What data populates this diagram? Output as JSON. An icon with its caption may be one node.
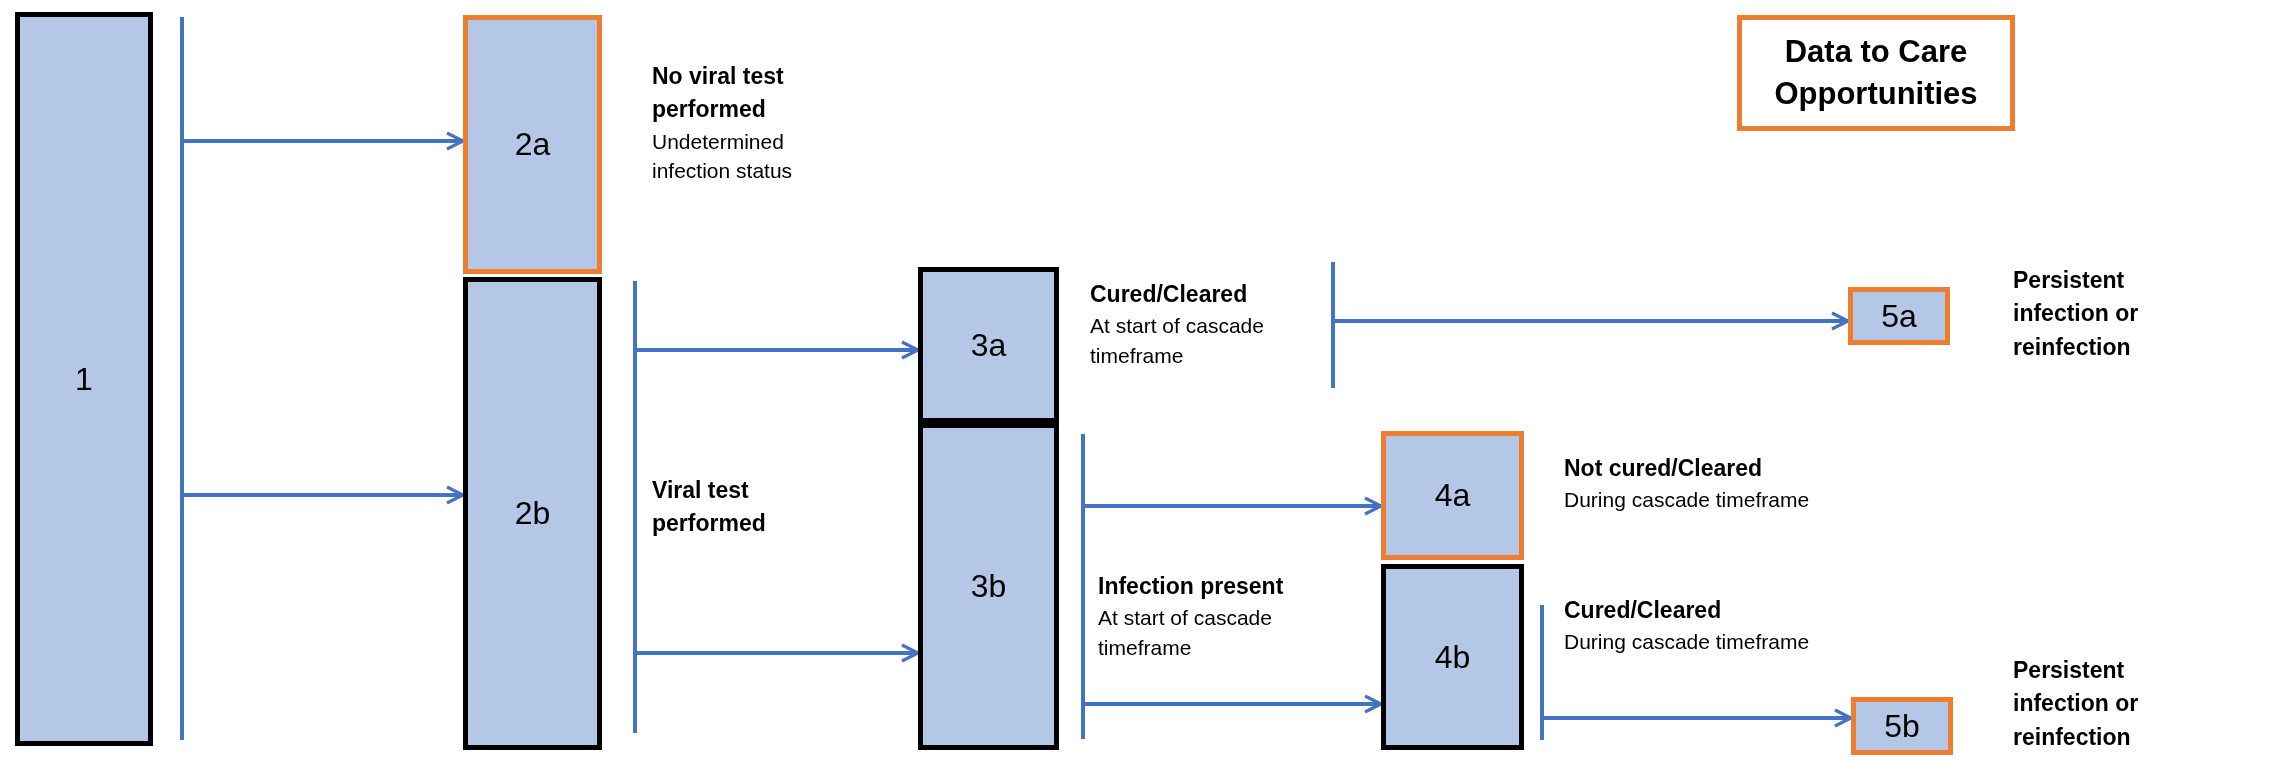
{
  "diagram": {
    "nodes": [
      {
        "text": [
          "1"
        ]
      },
      {
        "text": [
          "2a"
        ],
        "beside": [
          "No viral test performed",
          "Undetermined infection status"
        ]
      },
      {
        "text": [
          "2b"
        ],
        "beside": [
          "Viral test performed"
        ]
      },
      {
        "text": [
          "3a"
        ],
        "beside": [
          "Cured/Cleared",
          "At start of cascade timeframe"
        ]
      },
      {
        "text": [
          "3b"
        ],
        "beside": [
          "Infection present",
          "At start of cascade timeframe"
        ]
      },
      {
        "text": [
          "4a"
        ],
        "beside": [
          "Not cured/Cleared",
          "During cascade timeframe"
        ]
      },
      {
        "text": [
          "4b"
        ],
        "beside": [
          "Cured/Cleared",
          "During cascade timeframe"
        ]
      },
      {
        "text": [
          "5a"
        ],
        "beside": [
          "Persistent infection or reinfection"
        ]
      },
      {
        "text": [
          "5b"
        ],
        "beside": [
          "Persistent infection or reinfection"
        ]
      },
      {
        "text": [
          "Data to Care Opportunities"
        ]
      }
    ],
    "edges": [
      {
        "from": 0,
        "to": 1,
        "arrow": "to"
      },
      {
        "from": 0,
        "to": 2,
        "arrow": "to"
      },
      {
        "from": 2,
        "to": 3,
        "arrow": "to"
      },
      {
        "from": 2,
        "to": 4,
        "arrow": "to"
      },
      {
        "from": 3,
        "to": 7,
        "arrow": "to"
      },
      {
        "from": 4,
        "to": 5,
        "arrow": "to"
      },
      {
        "from": 4,
        "to": 6,
        "arrow": "to"
      },
      {
        "from": 6,
        "to": 8,
        "arrow": "to"
      }
    ]
  }
}
